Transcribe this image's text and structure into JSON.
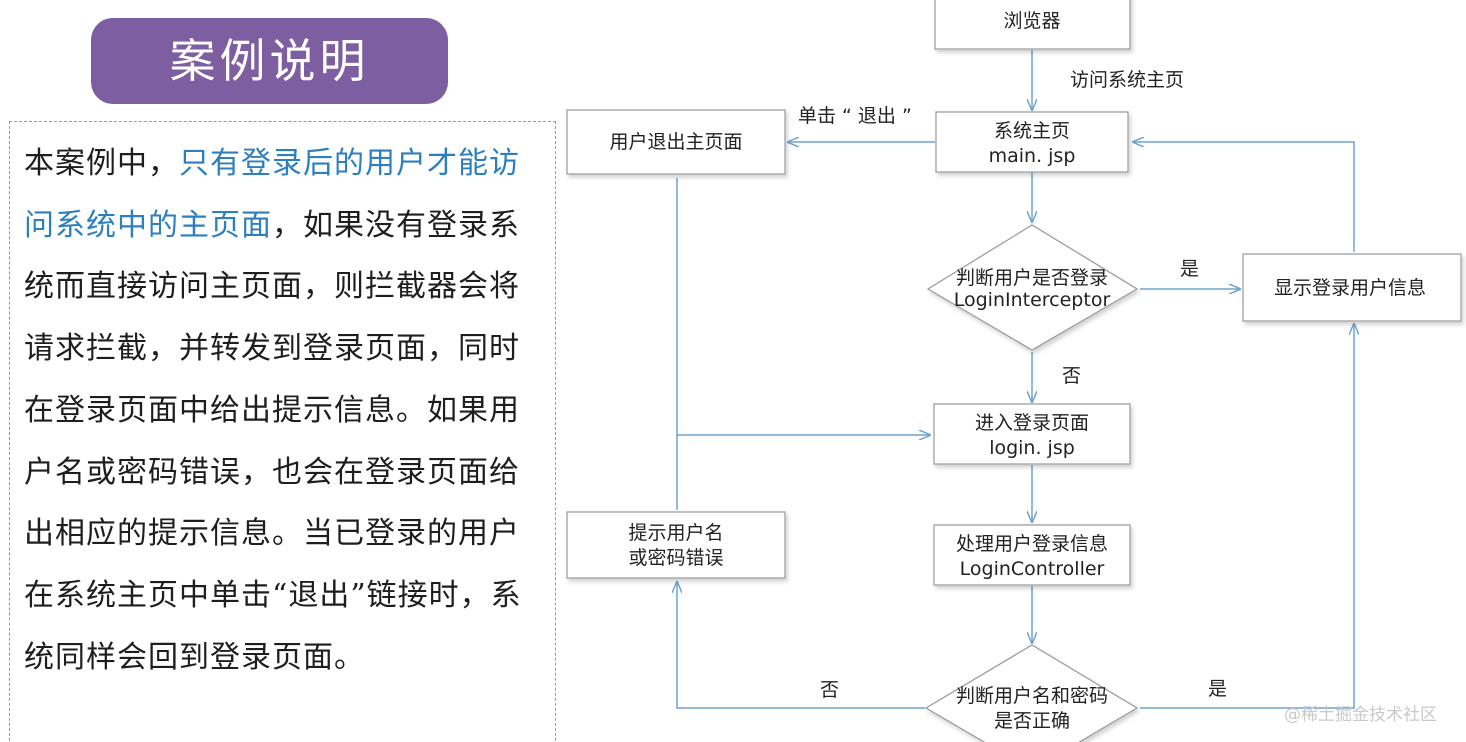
{
  "title": "案例说明",
  "description": {
    "part1": "本案例中，",
    "highlight": "只有登录后的用户才能访问系统中的主页面",
    "part2": "，如果没有登录系统而直接访问主页面，则拦截器会将请求拦截，并转发到登录页面，同时在登录页面中给出提示信息。如果用户名或密码错误，也会在登录页面给出相应的提示信息。当已登录的用户在系统主页中单击“退出”链接时，系统同样会回到登录页面。"
  },
  "flowchart": {
    "browser": "浏览器",
    "visit_home": "访问系统主页",
    "home_line1": "系统主页",
    "home_line2": "main. jsp",
    "logout_click": "单击 “ 退出 ”",
    "logout_page": "用户退出主页面",
    "check_login_line1": "判断用户是否登录",
    "check_login_line2": "LoginInterceptor",
    "yes1": "是",
    "show_info": "显示登录用户信息",
    "no1": "否",
    "login_page_line1": "进入登录页面",
    "login_page_line2": "login. jsp",
    "process_line1": "处理用户登录信息",
    "process_line2": "LoginController",
    "error_line1": "提示用户名",
    "error_line2": "或密码错误",
    "check_pwd_line1": "判断用户名和密码",
    "check_pwd_line2": "是否正确",
    "no2": "否",
    "yes2": "是"
  },
  "watermark": "@稀土掘金技术社区",
  "colors": {
    "title_bg": "#7d5ea0",
    "highlight": "#2e7fbd",
    "arrow": "#6fa4cf",
    "box_border": "#999999"
  }
}
